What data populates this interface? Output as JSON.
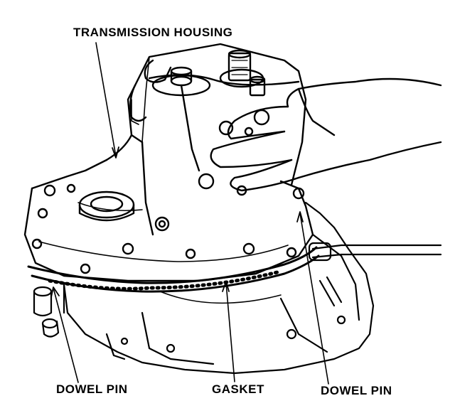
{
  "diagram": {
    "labels": {
      "transmission_housing": "TRANSMISSION HOUSING",
      "dowel_pin_left": "DOWEL PIN",
      "gasket": "GASKET",
      "dowel_pin_right": "DOWEL PIN"
    },
    "colors": {
      "ink": "#000000",
      "paper": "#ffffff"
    }
  }
}
